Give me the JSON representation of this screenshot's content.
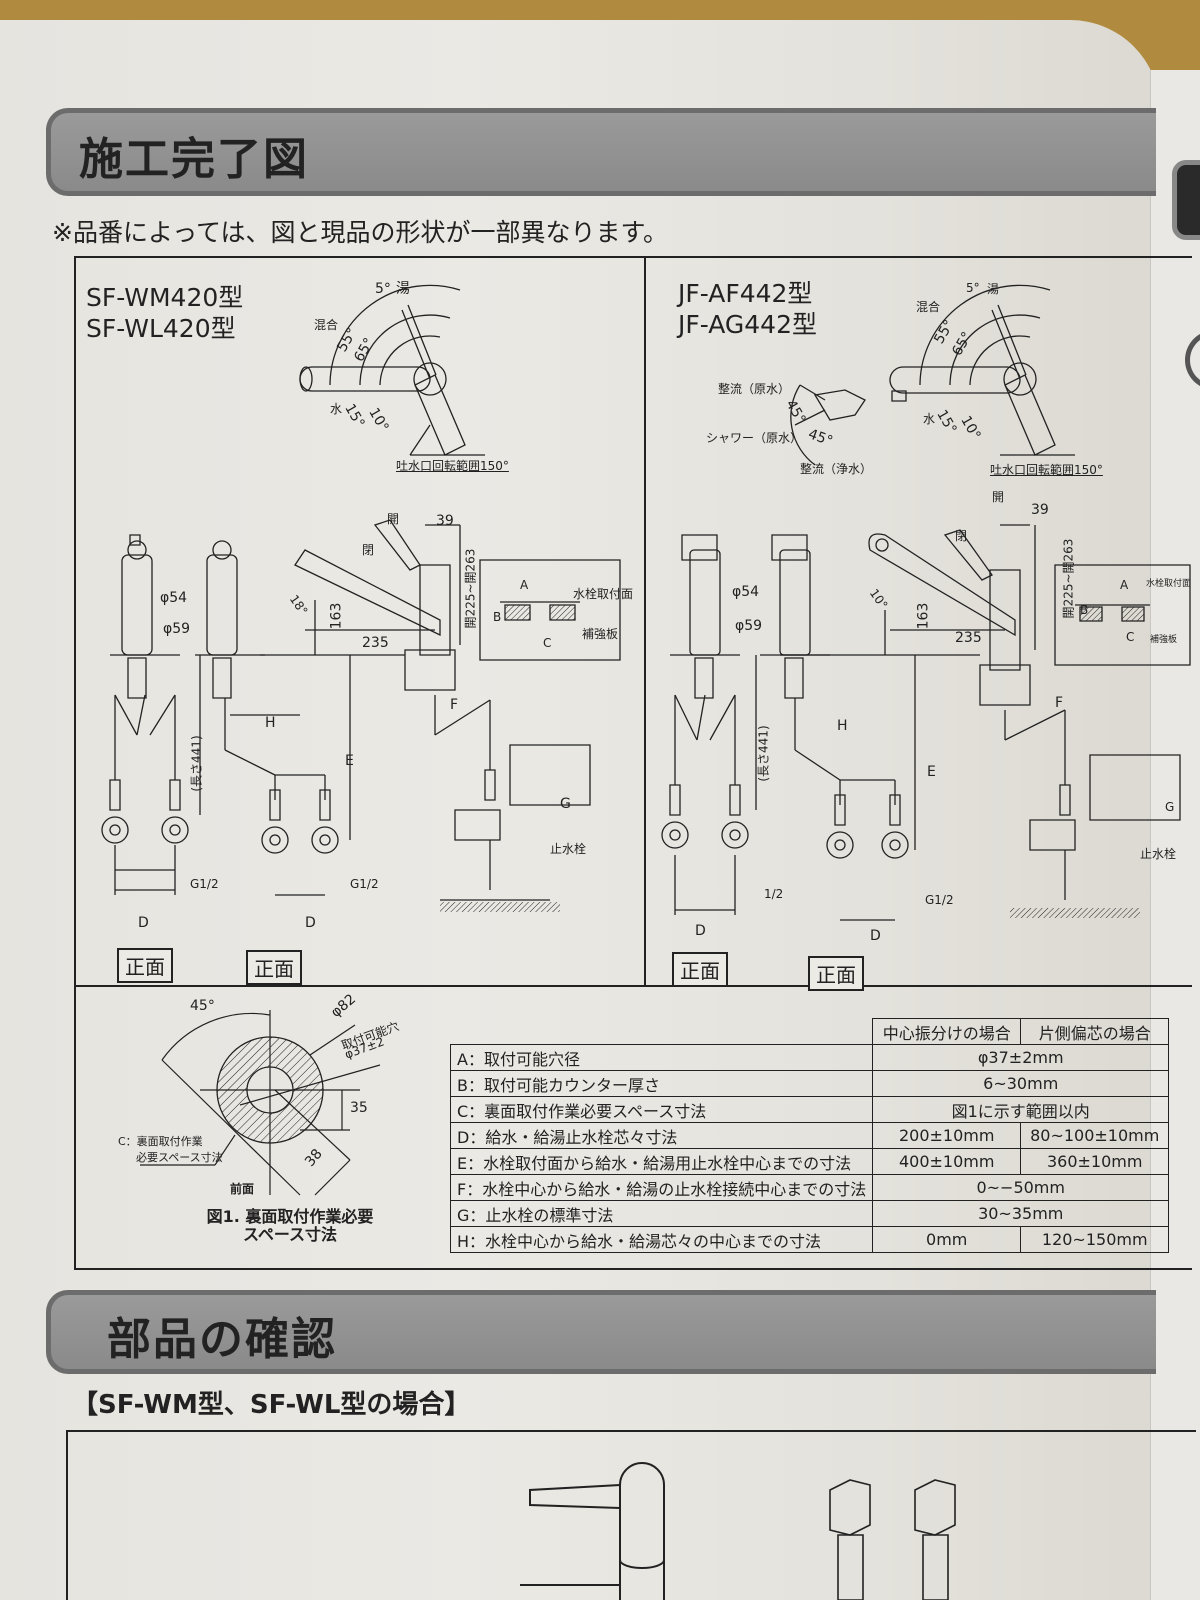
{
  "section1": {
    "title": "施工完了図",
    "note": "※品番によっては、図と現品の形状が一部異なります。"
  },
  "left_panel": {
    "models": [
      "SF-WM420型",
      "SF-WL420型"
    ],
    "rotation_labels": {
      "hot": "湯",
      "mix": "混合",
      "cold": "水",
      "angle_5": "5°",
      "angle_55": "55°",
      "angle_65": "65°",
      "angle_15": "15°",
      "angle_10": "10°",
      "spout_range": "吐水口回転範囲150°"
    },
    "dims": {
      "open_top": "開",
      "open_side": "閉",
      "d39": "39",
      "d54": "φ54",
      "d59": "φ59",
      "d18": "18°",
      "d163": "163",
      "d235": "235",
      "height_range": "開225~開263",
      "length": "(長さ441)",
      "H": "H",
      "E": "E",
      "F": "F",
      "D1": "D",
      "D2": "D",
      "G": "G",
      "A": "A",
      "B": "B",
      "C": "C",
      "mount_surface": "水栓取付面",
      "reinforce": "補強板",
      "thread1": "G1/2",
      "thread2": "G1/2",
      "stop_valve": "止水栓"
    },
    "front_labels": [
      "正面",
      "正面"
    ]
  },
  "right_panel": {
    "models": [
      "JF-AF442型",
      "JF-AG442型"
    ],
    "rotation_labels": {
      "hot": "湯",
      "mix": "混合",
      "cold": "水",
      "angle_5": "5°",
      "angle_55": "55°",
      "angle_65": "65°",
      "angle_15": "15°",
      "angle_10": "10°",
      "spout_range": "吐水口回転範囲150°"
    },
    "shower_labels": {
      "flow_raw": "整流（原水）",
      "shower_raw": "シャワー（原水）",
      "flow_pure": "整流（浄水）",
      "angle_a": "45°",
      "angle_b": "45°"
    },
    "dims": {
      "open_top": "開",
      "open_side": "閉",
      "d39": "39",
      "d54": "φ54",
      "d59": "φ59",
      "d10": "10°",
      "d163": "163",
      "d235": "235",
      "height_range": "開225~開263",
      "length": "(長さ441)",
      "H": "H",
      "E": "E",
      "F": "F",
      "D1": "D",
      "D2": "D",
      "G": "G",
      "A": "A",
      "B": "B",
      "C": "C",
      "mount_surface": "水栓取付面",
      "reinforce": "補強板",
      "thread1": "1/2",
      "thread2": "G1/2",
      "stop_valve": "止水栓"
    },
    "front_labels": [
      "正面",
      "正面"
    ]
  },
  "figure1": {
    "angle": "45°",
    "outer_dia": "φ82",
    "hole_label": "取付可能穴",
    "hole_dia": "φ37±2",
    "dim_35": "35",
    "dim_38": "38",
    "c_label_1": "C：裏面取付作業",
    "c_label_2": "必要スペース寸法",
    "front": "前面",
    "caption_1": "図1. 裏面取付作業必要",
    "caption_2": "スペース寸法"
  },
  "spec_table": {
    "headers": [
      "中心振分けの場合",
      "片側偏芯の場合"
    ],
    "rows": [
      {
        "key": "A：取付可能穴径",
        "value": "φ37±2mm"
      },
      {
        "key": "B：取付可能カウンター厚さ",
        "value": "6~30mm"
      },
      {
        "key": "C：裏面取付作業必要スペース寸法",
        "value": "図1に示す範囲以内"
      },
      {
        "key": "D：給水・給湯止水栓芯々寸法",
        "center": "200±10mm",
        "offset": "80~100±10mm"
      },
      {
        "key": "E：水栓取付面から給水・給湯用止水栓中心までの寸法",
        "center": "400±10mm",
        "offset": "360±10mm"
      },
      {
        "key": "F：水栓中心から給水・給湯の止水栓接続中心までの寸法",
        "value": "0~−50mm"
      },
      {
        "key": "G：止水栓の標準寸法",
        "value": "30~35mm"
      },
      {
        "key": "H：水栓中心から給水・給湯芯々の中心までの寸法",
        "center": "0mm",
        "offset": "120~150mm"
      }
    ]
  },
  "section2": {
    "title": "部品の確認",
    "subheading": "【SF-WM型、SF-WL型の場合】"
  }
}
